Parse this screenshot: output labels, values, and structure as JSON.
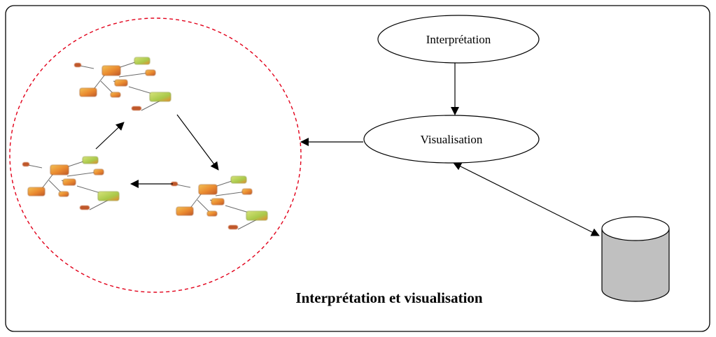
{
  "nodes": {
    "interpretation": {
      "label": "Interprétation"
    },
    "visualisation": {
      "label": "Visualisation"
    },
    "database": {
      "label": ""
    }
  },
  "caption": "Interprétation et visualisation",
  "colors": {
    "frame": "#000000",
    "dashed_circle": "#e2001a",
    "cylinder_fill": "#c0c0c0",
    "node_orange": "#e9892f",
    "node_green": "#a9c94a",
    "node_brown": "#c0582a"
  },
  "edges": [
    {
      "from": "interpretation",
      "to": "visualisation"
    },
    {
      "from": "visualisation",
      "to": "graph-cluster"
    },
    {
      "from": "visualisation",
      "to": "database",
      "bidirectional": true
    },
    {
      "from": "graph-left",
      "to": "graph-top"
    },
    {
      "from": "graph-top",
      "to": "graph-right"
    },
    {
      "from": "graph-right",
      "to": "graph-left"
    }
  ]
}
